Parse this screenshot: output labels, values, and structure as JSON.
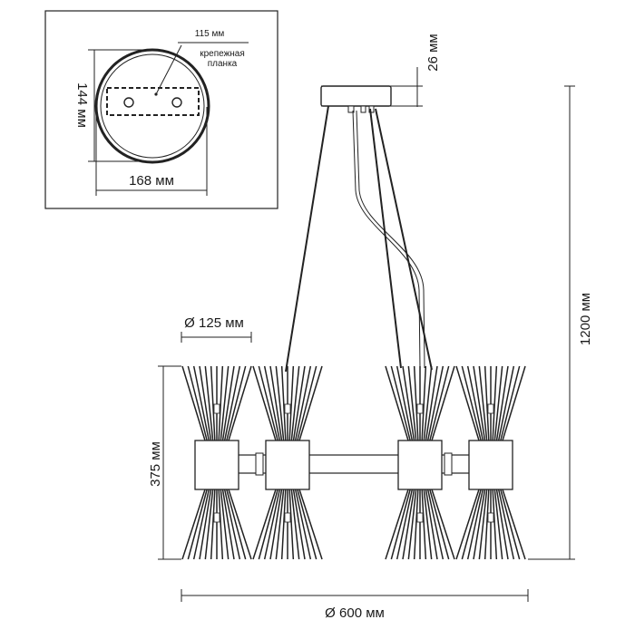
{
  "inset": {
    "plate_width": "115 мм",
    "plate_label_line1": "крепежная",
    "plate_label_line2": "планка",
    "height": "144 мм",
    "width": "168 мм"
  },
  "dimensions": {
    "canopy_height": "26 мм",
    "total_height": "1200 мм",
    "shade_diameter": "Ø 125 мм",
    "body_height": "375 мм",
    "total_diameter": "Ø 600 мм"
  }
}
